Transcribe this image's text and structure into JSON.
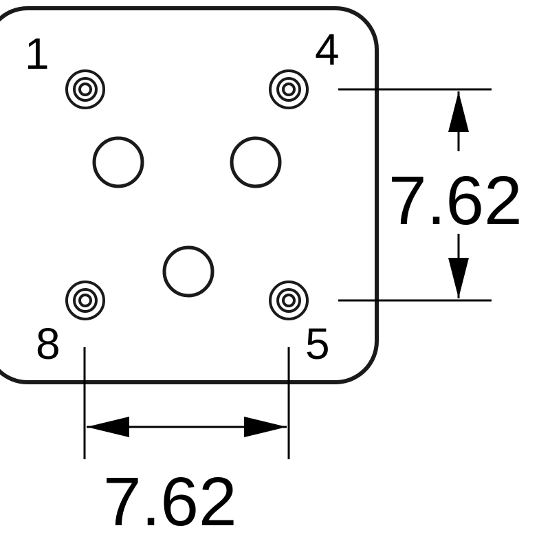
{
  "pins": {
    "pin_1": "1",
    "pin_4": "4",
    "pin_5": "5",
    "pin_8": "8"
  },
  "dimensions": {
    "vertical_spacing": "7.62",
    "horizontal_spacing": "7.62"
  },
  "colors": {
    "stroke": "#1a1a1a",
    "background": "#ffffff"
  }
}
